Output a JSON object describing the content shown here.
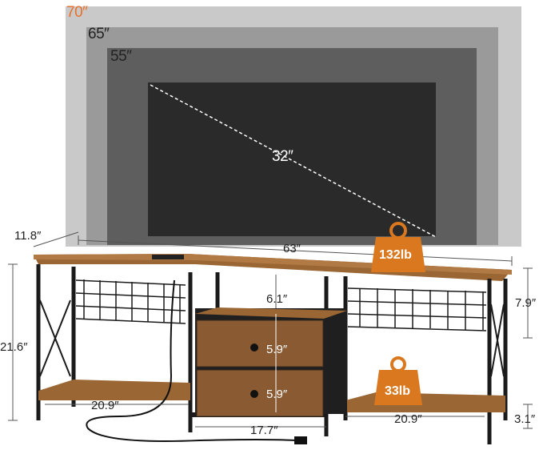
{
  "tv_sizes": [
    {
      "label": "70″",
      "color": "#e8702a"
    },
    {
      "label": "65″",
      "color": "#111111"
    },
    {
      "label": "55″",
      "color": "#111111"
    },
    {
      "label": "32″",
      "color": "#ffffff"
    }
  ],
  "dimensions": {
    "depth": "11.8″",
    "width": "63″",
    "height": "21.6″",
    "side_height": "7.9″",
    "gap": "6.1″",
    "drawer1": "5.9″",
    "drawer2": "5.9″",
    "left_shelf": "20.9″",
    "right_shelf": "20.9″",
    "center_width": "17.7″",
    "clearance": "3.1″"
  },
  "loads": {
    "top": "132lb",
    "shelf": "33lb"
  },
  "colors": {
    "weight_badge": "#d9781f",
    "wood": "#8a5a32",
    "frame": "#1a1a1a"
  }
}
